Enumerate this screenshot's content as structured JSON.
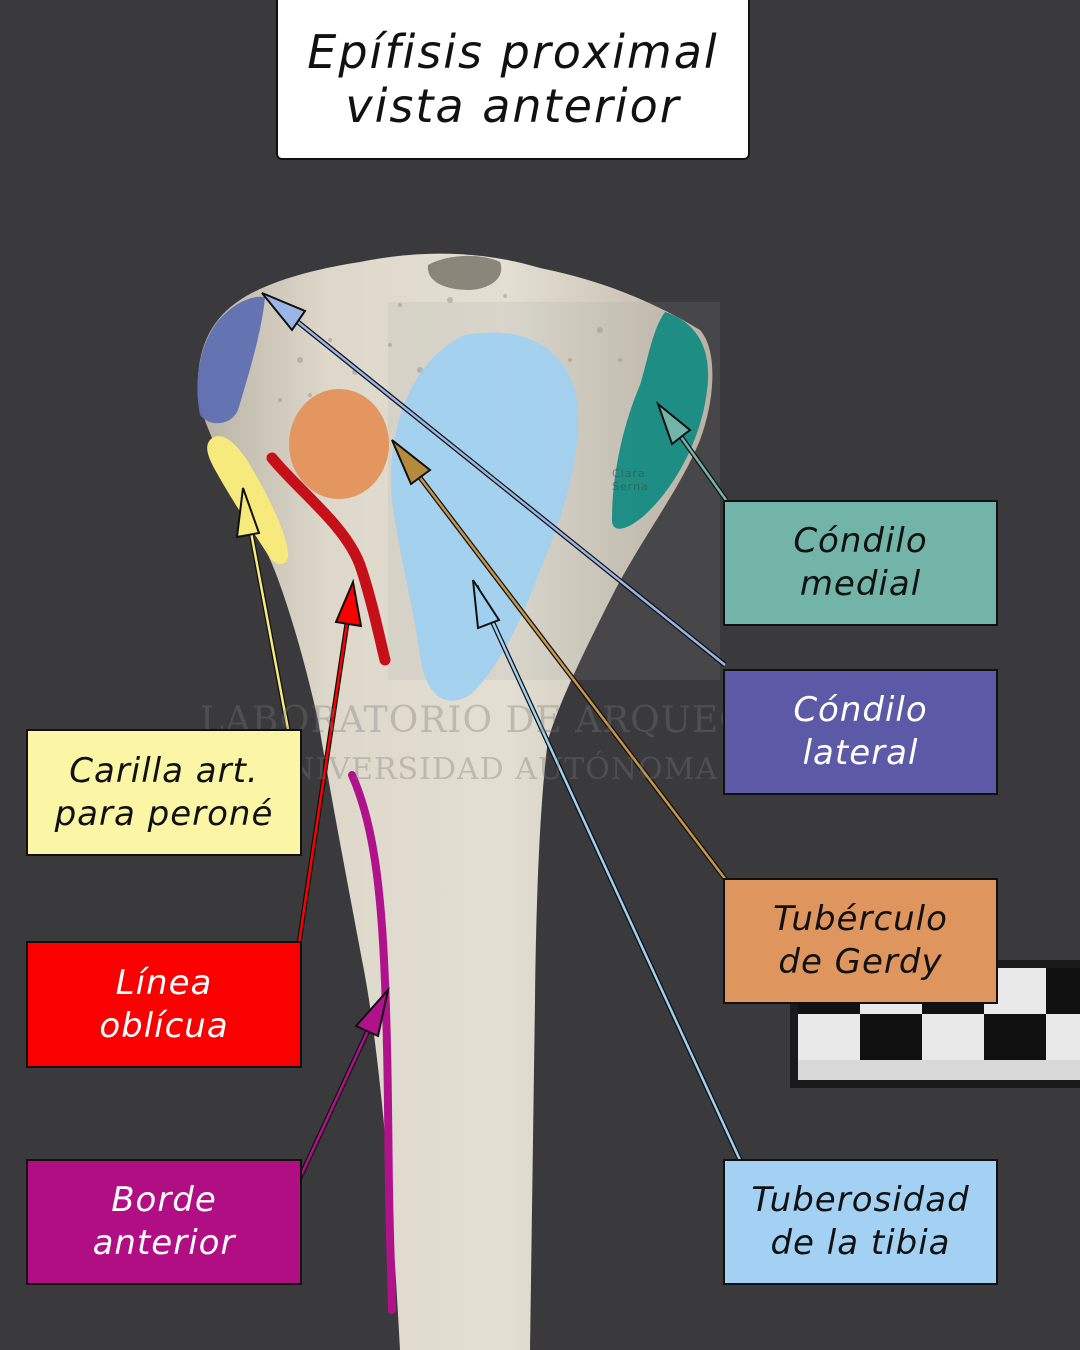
{
  "title": {
    "line1": "Epífisis proximal",
    "line2": "vista anterior"
  },
  "watermark": {
    "line1": "LABORATORIO DE ARQUEOLOGÍA",
    "line2": "UNIVERSIDAD AUTÓNOMA DE MADRID",
    "author": "Clara Serna"
  },
  "labels": {
    "condilo_medial": {
      "line1": "Cóndilo",
      "line2": "medial",
      "color": "#72b4a8",
      "text_color": "#111111"
    },
    "condilo_lateral": {
      "line1": "Cóndilo",
      "line2": "lateral",
      "color": "#5c5aa6",
      "text_color": "#ffffff"
    },
    "tuberculo_gerdy": {
      "line1": "Tubérculo",
      "line2": "de Gerdy",
      "color": "#de955e",
      "text_color": "#111111"
    },
    "tuberosidad_tibia": {
      "line1": "Tuberosidad",
      "line2": "de la tibia",
      "color": "#a3d1f3",
      "text_color": "#111111"
    },
    "carilla_peroneal": {
      "line1": "Carilla art.",
      "line2": "para peroné",
      "color": "#fbf5a6",
      "text_color": "#111111"
    },
    "linea_oblicua": {
      "line1": "Línea",
      "line2": "oblícua",
      "color": "#fb0000",
      "text_color": "#ffffff"
    },
    "borde_anterior": {
      "line1": "Borde",
      "line2": "anterior",
      "color": "#b10e84",
      "text_color": "#ffffff"
    }
  },
  "region_colors": {
    "medial_condyle": "#108a80",
    "lateral_condyle": "#5f6fb2",
    "gerdy": "#e49660",
    "tuberosity": "#9fd0f2",
    "fibular_facet": "#f7ea7c",
    "oblique_line": "#c5101a",
    "anterior_border": "#b0128b",
    "bone": "#d9d4c6",
    "background": "#3a3a3c"
  }
}
